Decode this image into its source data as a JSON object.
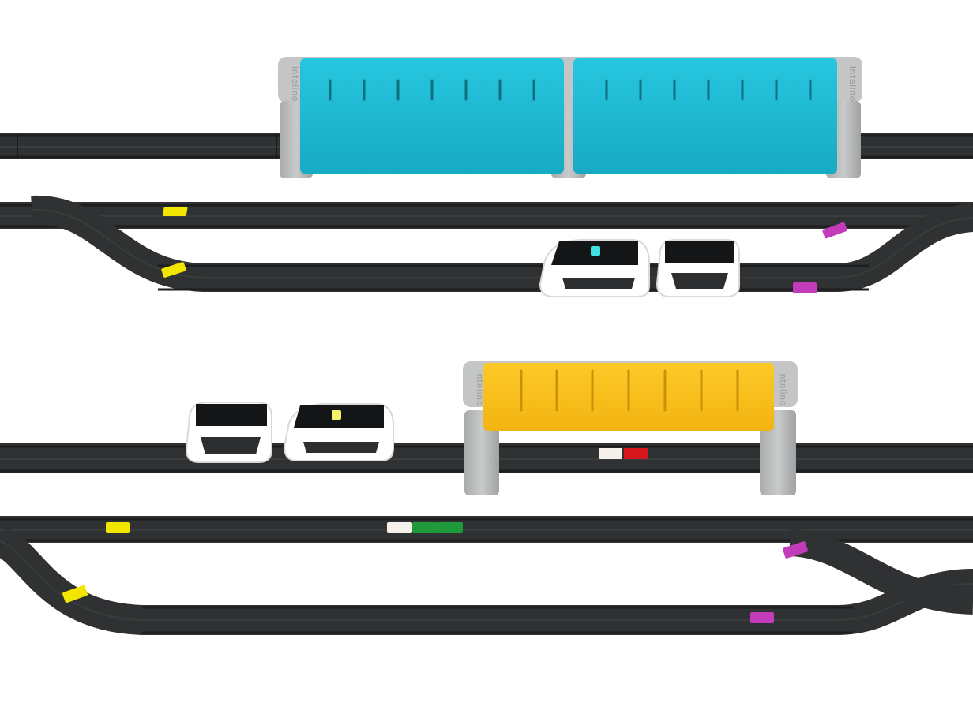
{
  "scene": {
    "brand_text": "intelino",
    "colors": {
      "background": "#ffffff",
      "track": "#2f3132",
      "track_edge": "#1c1d1e",
      "track_groove": "#3a3c3d",
      "station_blue": "#1ebcd6",
      "station_blue_dark": "#16a2b9",
      "station_yellow": "#fbc21a",
      "station_yellow_dark": "#e7ad0a",
      "pillar": "#b9bbbc",
      "marker_yellow": "#f2e500",
      "marker_magenta": "#c23bb8",
      "marker_white": "#f5f1ea",
      "marker_red": "#d8171d",
      "marker_green": "#1f9a3a",
      "train_body": "#ffffff",
      "train_dark": "#141516",
      "train_light_cyan": "#3fe0e0",
      "train_light_yellow": "#f3f06a"
    },
    "icons": [
      "blue-station",
      "yellow-station",
      "train-car",
      "color-marker",
      "track-switch"
    ]
  }
}
